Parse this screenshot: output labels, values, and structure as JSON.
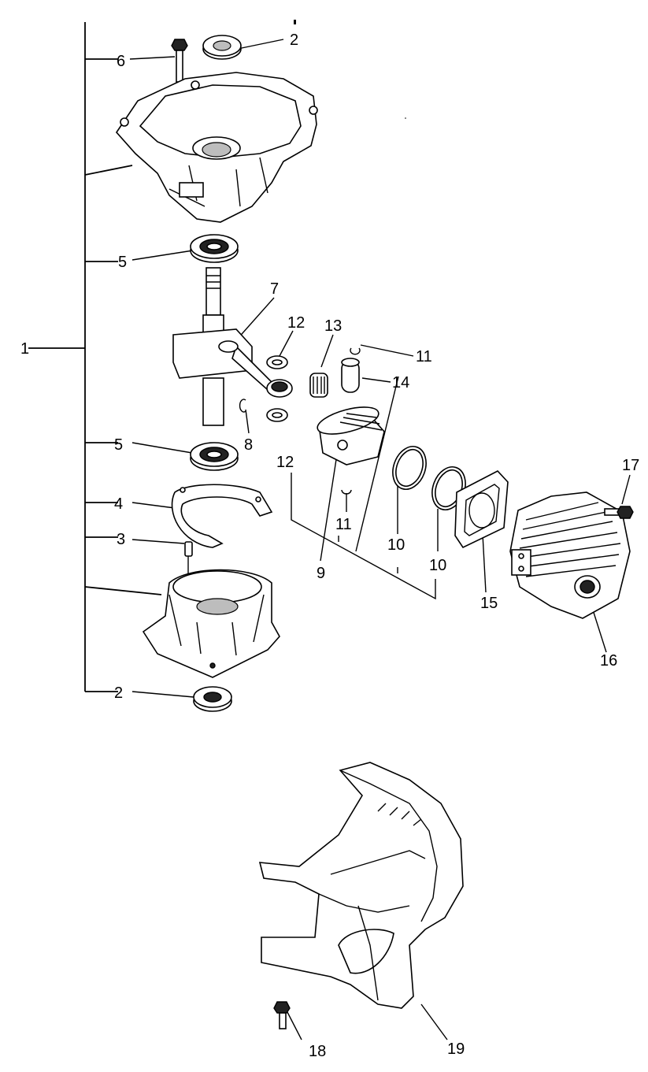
{
  "callouts": {
    "c1": "1",
    "c2_top": "2",
    "c2_bottom": "2",
    "c3": "3",
    "c4": "4",
    "c5_top": "5",
    "c5_bottom": "5",
    "c6": "6",
    "c7": "7",
    "c8": "8",
    "c9": "9",
    "c10_left": "10",
    "c10_right": "10",
    "c11_top": "11",
    "c11_bottom": "11",
    "c12_top": "12",
    "c12_bottom": "12",
    "c13": "13",
    "c14": "14",
    "c15": "15",
    "c16": "16",
    "c17": "17",
    "c18": "18",
    "c19": "19"
  }
}
